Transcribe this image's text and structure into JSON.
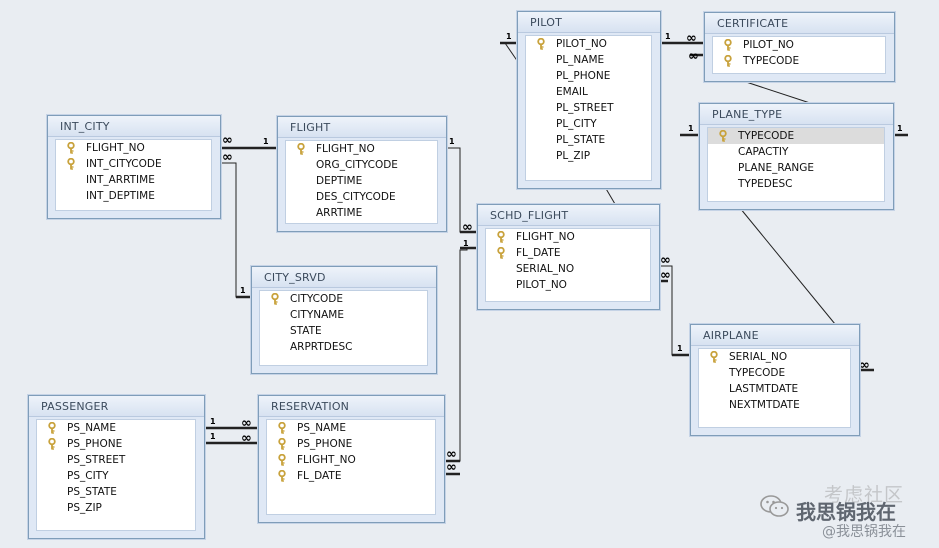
{
  "tables": {
    "pilot": {
      "title": "PILOT",
      "fields": [
        "PILOT_NO",
        "PL_NAME",
        "PL_PHONE",
        "EMAIL",
        "PL_STREET",
        "PL_CITY",
        "PL_STATE",
        "PL_ZIP"
      ]
    },
    "certificate": {
      "title": "CERTIFICATE",
      "fields": [
        "PILOT_NO",
        "TYPECODE"
      ]
    },
    "plane_type": {
      "title": "PLANE_TYPE",
      "fields": [
        "TYPECODE",
        "CAPACTIY",
        "PLANE_RANGE",
        "TYPEDESC"
      ]
    },
    "int_city": {
      "title": "INT_CITY",
      "fields": [
        "FLIGHT_NO",
        "INT_CITYCODE",
        "INT_ARRTIME",
        "INT_DEPTIME"
      ]
    },
    "flight": {
      "title": "FLIGHT",
      "fields": [
        "FLIGHT_NO",
        "ORG_CITYCODE",
        "DEPTIME",
        "DES_CITYCODE",
        "ARRTIME"
      ]
    },
    "schd_flight": {
      "title": "SCHD_FLIGHT",
      "fields": [
        "FLIGHT_NO",
        "FL_DATE",
        "SERIAL_NO",
        "PILOT_NO"
      ]
    },
    "city_srvd": {
      "title": "CITY_SRVD",
      "fields": [
        "CITYCODE",
        "CITYNAME",
        "STATE",
        "ARPRTDESC"
      ]
    },
    "airplane": {
      "title": "AIRPLANE",
      "fields": [
        "SERIAL_NO",
        "TYPECODE",
        "LASTMTDATE",
        "NEXTMTDATE"
      ]
    },
    "passenger": {
      "title": "PASSENGER",
      "fields": [
        "PS_NAME",
        "PS_PHONE",
        "PS_STREET",
        "PS_CITY",
        "PS_STATE",
        "PS_ZIP"
      ]
    },
    "reservation": {
      "title": "RESERVATION",
      "fields": [
        "PS_NAME",
        "PS_PHONE",
        "FLIGHT_NO",
        "FL_DATE"
      ]
    }
  },
  "cardinality": {
    "one": "1",
    "many": "∞"
  },
  "watermark": {
    "line1": "考虑社区",
    "line2": "我思锅我在",
    "line3": "@我思锅我在"
  },
  "colors": {
    "background": "#e9edf2",
    "key": "#c8a23c",
    "line": "#222222"
  }
}
